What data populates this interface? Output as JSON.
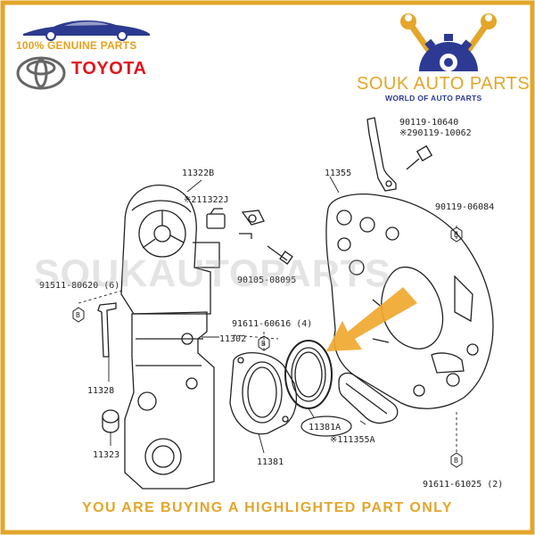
{
  "header": {
    "genuine_text": "100% GENUINE PARTS",
    "brand_name": "TOYOTA",
    "shop_name": "SOUK AUTO PARTS",
    "shop_tagline": "WORLD OF AUTO PARTS"
  },
  "watermark": "SOUKAUTOPARTS",
  "footer": {
    "notice": "YOU ARE BUYING A HIGHLIGHTED PART ONLY"
  },
  "colors": {
    "frame_border": "#e3a62a",
    "arrow": "#f0a830",
    "brand_red": "#e0141e",
    "shop_gold": "#e3a62a",
    "shop_blue": "#2d3a93"
  },
  "icons": [
    "toyota-logo-icon",
    "car-silhouette-icon",
    "wrench-icon",
    "gear-icon"
  ],
  "highlighted_part": "11381A",
  "part_labels": {
    "p11322B": "11322B",
    "p11322J": "※211322J",
    "p11355": "11355",
    "p90119_10640": "90119-10640",
    "p90119_10062": "※290119-10062",
    "p90119_06084": "90119-06084",
    "p91511": "91511-80620 (6)",
    "p90105": "90105-08095",
    "p91611_60616": "91611-60616 (4)",
    "p11302": "11302",
    "p11328": "11328",
    "p11323": "11323",
    "p11381": "11381",
    "p11381A": "11381A",
    "p11355A": "※111355A",
    "p91611_61025": "91611-61025 (2)",
    "marker_b": "B"
  }
}
